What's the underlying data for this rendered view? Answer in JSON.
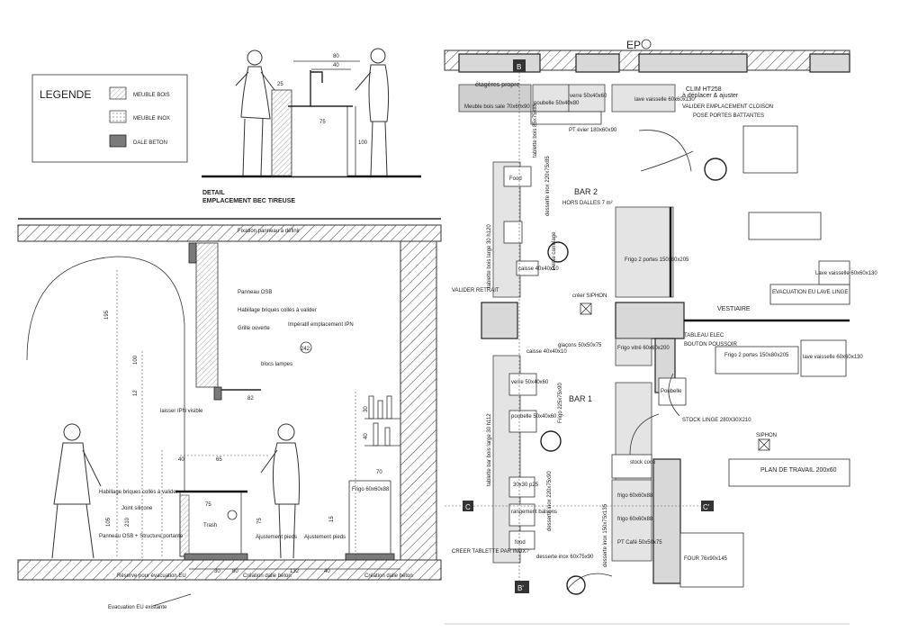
{
  "legend": {
    "title": "LEGENDE",
    "items": [
      {
        "label": "MEUBLE BOIS",
        "kind": "bois"
      },
      {
        "label": "MEUBLE INOX",
        "kind": "inox"
      },
      {
        "label": "DALE BETON",
        "kind": "beton"
      }
    ]
  },
  "detail": {
    "title_line1": "DETAIL",
    "title_line2": "EMPLACEMENT BEC TIREUSE",
    "dims": [
      "80",
      "40",
      "25",
      "75",
      "100"
    ]
  },
  "section": {
    "notes": [
      {
        "text": "Fixation panneau à définir"
      },
      {
        "text": "Panneau OSB"
      },
      {
        "text": "Habillage briques collés à valider"
      },
      {
        "text": "Grille ouverte"
      },
      {
        "text": "Impératif emplacement IPN"
      },
      {
        "text": "blocs lampes"
      },
      {
        "text": "laisser IPN visible"
      },
      {
        "text": "Habillage briques collés à valider"
      },
      {
        "text": "Joint silicone"
      },
      {
        "text": "Panneau OSB + Structure portante"
      },
      {
        "text": "Ajustement pieds"
      },
      {
        "text": "Ajustement pieds"
      },
      {
        "text": "Réserve pour évacuation EU"
      },
      {
        "text": "Création dalle béton"
      },
      {
        "text": "Création dalle béton"
      },
      {
        "text": "Evacuation EU existante"
      },
      {
        "text": "Frigo 60x60x88"
      },
      {
        "text": "Trash"
      }
    ],
    "dims": [
      "195",
      "100",
      "12",
      "30",
      "40",
      "65",
      "75",
      "82",
      "70",
      "105",
      "210",
      "40",
      "30",
      "75",
      "80",
      "132",
      "40",
      "15",
      "242"
    ]
  },
  "plan": {
    "labels": {
      "ep": "EP",
      "b_top": "B",
      "b_bottom": "B'",
      "c_left": "C",
      "c_right": "C'",
      "bar2": "BAR 2",
      "bar2_sub": "HORS DALLES 7 m²",
      "bar1": "BAR 1",
      "vestiaire": "VESTIAIRE",
      "siphon_top": "créer SIPHON",
      "siphon_right": "SIPHON",
      "valider_retrait": "VALIDER RETRAIT",
      "creer_tablette": "CREER TABLETTE PAR INOX?",
      "pente": "Pente carrelage",
      "evacuation": "EVACUATION EU LAVE LINGE",
      "tableau": "TABLEAU ELEC",
      "bouton": "BOUTON POUSSOIR",
      "clim": "CLIM HT258",
      "clim_sub": "à déplacer & ajuster",
      "clim_note": "VALIDER EMPLACEMENT CLOISON",
      "pose_portes": "POSE PORTES BATTANTES"
    },
    "items": [
      {
        "text": "étagères propre"
      },
      {
        "text": "Meuble bois sale 70x60x90"
      },
      {
        "text": "poubelle 50x40x80"
      },
      {
        "text": "verre 50x40x60"
      },
      {
        "text": "lave vaisselle 60x60x130"
      },
      {
        "text": "PT évier 180x60x90"
      },
      {
        "text": "tablette bois 85x75x85"
      },
      {
        "text": "Food"
      },
      {
        "text": "desserte inox 220x75x85"
      },
      {
        "text": "tablette bois large 30 h120"
      },
      {
        "text": "caisse 40x40x10"
      },
      {
        "text": "Frigo 2 portes 150x80x205"
      },
      {
        "text": "Lave vaisselle 60x60x130"
      },
      {
        "text": "caisse 40x40x10"
      },
      {
        "text": "glaçons 50x50x75"
      },
      {
        "text": "Frigo vitré 60x60x200"
      },
      {
        "text": "Frigo 2 portes 150x80x205"
      },
      {
        "text": "lave vaisselle 60x60x130"
      },
      {
        "text": "verre 50x40x60"
      },
      {
        "text": "poubelle 50x40x60"
      },
      {
        "text": "Frigo 225x75x90"
      },
      {
        "text": "tablette bar bois large 30 h112"
      },
      {
        "text": "Poubelle"
      },
      {
        "text": "STOCK LINGE 280X30X210"
      },
      {
        "text": "stock coco"
      },
      {
        "text": "PLAN DE TRAVAIL 200x60"
      },
      {
        "text": "30x30 p25"
      },
      {
        "text": "rangement balsons"
      },
      {
        "text": "frigo 60x60x88"
      },
      {
        "text": "frigo 60x60x88"
      },
      {
        "text": "PT Café 50x50x75"
      },
      {
        "text": "desserte inox 220x75x90"
      },
      {
        "text": "desserte inox 150x75x135"
      },
      {
        "text": "food"
      },
      {
        "text": "desserte inox 60x75x90"
      },
      {
        "text": "FOUR 76x90x145"
      }
    ]
  }
}
